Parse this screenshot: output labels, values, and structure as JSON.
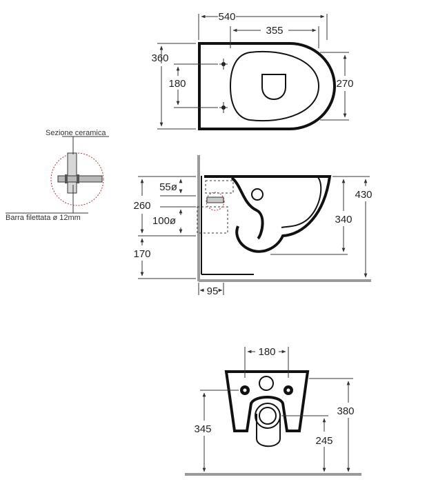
{
  "top_view": {
    "width_total": "540",
    "bowl_length": "355",
    "depth_total": "360",
    "fixing_spacing": "180",
    "bowl_depth": "270"
  },
  "side_view": {
    "inlet_diameter": "55ø",
    "inlet_height": "260",
    "outlet_diameter": "100ø",
    "outlet_height": "170",
    "total_height": "430",
    "rim_height": "340",
    "wall_offset": "95"
  },
  "detail": {
    "section_label": "Sezione ceramica",
    "rod_label": "Barra filettata ø 12mm"
  },
  "rear_view": {
    "fixing_spacing": "180",
    "fixing_height": "345",
    "rear_height": "380",
    "outlet_height": "245"
  }
}
